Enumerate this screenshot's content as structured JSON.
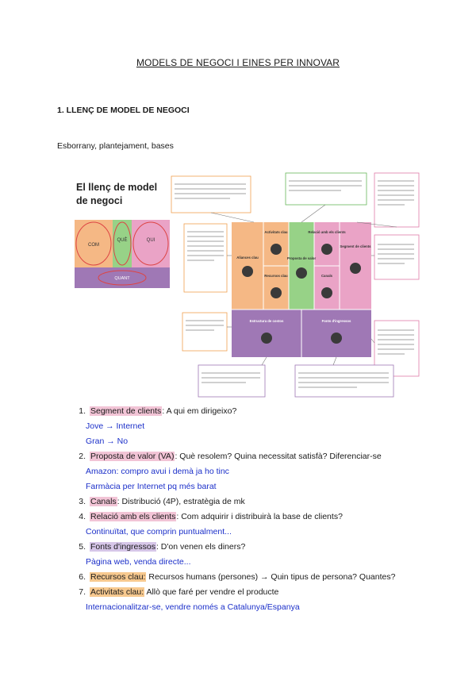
{
  "document": {
    "title": "MODELS DE NEGOCI I EINES PER INNOVAR",
    "section_heading": "1. LLENÇ DE MODEL DE NEGOCI",
    "subtitle": "Esborrany, plantejament, bases"
  },
  "figure": {
    "heading_line1": "El llenç de model",
    "heading_line2": "de negoci",
    "mini_labels": [
      "COM",
      "QUÈ",
      "QUI",
      "QUANT"
    ],
    "blocks": {
      "key_partners": "Aliances clau",
      "key_activities": "Activitats clau",
      "key_resources": "Recursos clau",
      "value_proposition": "Proposta de valor",
      "customer_relationships": "Relació amb els clients",
      "channels": "Canals",
      "customer_segments": "Segment de clients",
      "cost_structure": "Estructura de costos",
      "revenue_streams": "Fonts d'ingressos"
    },
    "colors": {
      "orange": "#f5b885",
      "green": "#97d287",
      "pink": "#eaa3c6",
      "purple": "#9f78b5"
    }
  },
  "list": [
    {
      "n": "1.",
      "label": "Segment de clients",
      "rest": ": A qui em dirigeixo?",
      "color": "#f2c4d6",
      "subs": [
        "Jove → Internet",
        "Gran → No"
      ]
    },
    {
      "n": "2.",
      "label": "Proposta de valor (VA)",
      "rest": ": Què resolem? Quina necessitat satisfà? Diferenciar-se",
      "color": "#f2c4d6",
      "subs": [
        "Amazon: compro avui i demà ja ho tinc",
        "Farmàcia per Internet pq més barat"
      ]
    },
    {
      "n": "3.",
      "label": "Canals",
      "rest": ": Distribució (4P), estratègia de mk",
      "color": "#f2c4d6",
      "subs": []
    },
    {
      "n": "4.",
      "label": "Relació amb els clients",
      "rest": ": Com adquirir i distribuirà la base de clients?",
      "color": "#f2c4d6",
      "subs": [
        "Continuïtat, que comprin puntualment..."
      ]
    },
    {
      "n": "5.",
      "label": "Fonts d'ingressos",
      "rest": ": D'on venen els diners?",
      "color": "#d6c6e8",
      "subs": [
        "Pàgina web, venda directe..."
      ]
    },
    {
      "n": "6.",
      "label": "Recursos clau:",
      "rest": " Recursos humans (persones) → Quin tipus de persona? Quantes?",
      "color": "#f7c98f",
      "subs": []
    },
    {
      "n": "7.",
      "label": "Activitats clau:",
      "rest": " Allò que faré per vendre el producte",
      "color": "#f7c98f",
      "subs": [
        "Internacionalitzar-se, vendre només a Catalunya/Espanya"
      ]
    }
  ]
}
